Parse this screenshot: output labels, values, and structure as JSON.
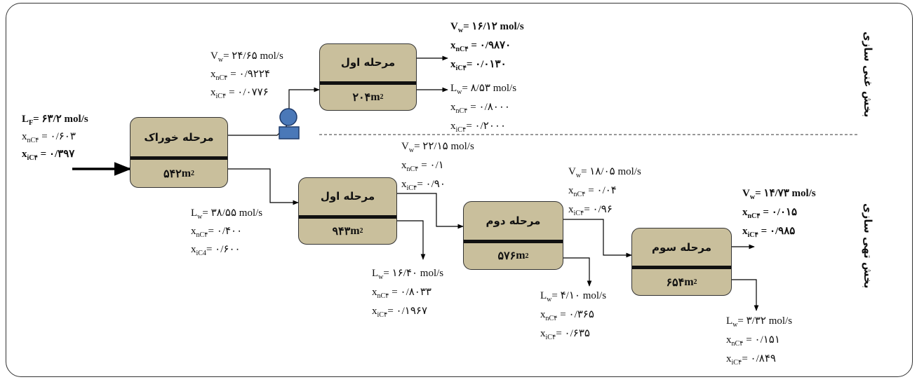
{
  "stages": {
    "feed": {
      "name": "مرحله خوراک",
      "area": "۵۴۲",
      "unit": "m"
    },
    "enrich1": {
      "name": "مرحله اول",
      "area": "۲۰۴",
      "unit": "m"
    },
    "strip1": {
      "name": "مرحله اول",
      "area": "۹۴۳",
      "unit": "m"
    },
    "strip2": {
      "name": "مرحله دوم",
      "area": "۵۷۶",
      "unit": "m"
    },
    "strip3": {
      "name": "مرحله سوم",
      "area": "۶۵۴",
      "unit": "m"
    }
  },
  "sections": {
    "enriching": "بخش غنی سازی",
    "stripping": "بخش تهی سازی"
  },
  "streams": {
    "feed": {
      "flow": "۶۳/۲",
      "xn": "۰/۶۰۳",
      "xi": "۰/۳۹۷"
    },
    "feed_vapor": {
      "flow": "۲۴/۶۵",
      "xn": "۰/۹۲۲۴",
      "xi": "۰/۰۷۷۶"
    },
    "feed_liquid": {
      "flow": "۳۸/۵۵",
      "xn": "۰/۴۰۰",
      "xi": "۰/۶۰۰"
    },
    "enrich_vapor": {
      "flow": "۱۶/۱۲",
      "xn": "۰/۹۸۷۰",
      "xi": "۰/۰۱۳۰"
    },
    "enrich_liquid": {
      "flow": "۸/۵۳",
      "xn": "۰/۸۰۰۰",
      "xi": "۰/۲۰۰۰"
    },
    "s1_vapor": {
      "flow": "۲۲/۱۵",
      "xn": "۰/۱",
      "xi": "۰/۹۰"
    },
    "s1_liquid": {
      "flow": "۱۶/۴۰",
      "xn": "۰/۸۰۳۳",
      "xi": "۰/۱۹۶۷"
    },
    "s2_vapor": {
      "flow": "۱۸/۰۵",
      "xn": "۰/۰۴",
      "xi": "۰/۹۶"
    },
    "s2_liquid": {
      "flow": "۴/۱۰",
      "xn": "۰/۳۶۵",
      "xi": "۰/۶۳۵"
    },
    "s3_vapor": {
      "flow": "۱۴/۷۳",
      "xn": "۰/۰۱۵",
      "xi": "۰/۹۸۵"
    },
    "s3_liquid": {
      "flow": "۳/۳۲",
      "xn": "۰/۱۵۱",
      "xi": "۰/۸۴۹"
    }
  },
  "labels": {
    "V": "V",
    "L": "L",
    "w": "w",
    "F": "F",
    "eq": "=",
    "x": "x",
    "nC4": "nC۴",
    "iC4": "iC۴",
    "iC4_alt": "iC4",
    "unit": "mol/s",
    "sq": "2"
  },
  "colors": {
    "stage_fill": "#c9bf9c",
    "compressor": "#4a78b8",
    "line": "#000000"
  }
}
